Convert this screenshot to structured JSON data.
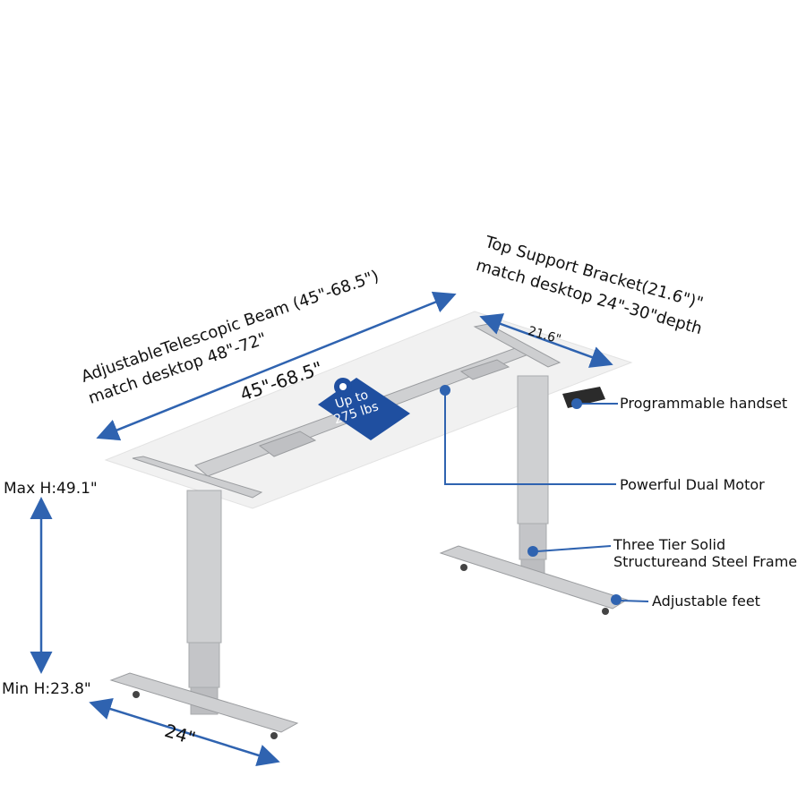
{
  "labels": {
    "beam_title_line1": "AdjustableTelescopic Beam (45\"-68.5\")",
    "beam_title_line2": "match desktop 48\"-72\"",
    "beam_dim": "45\"-68.5\"",
    "bracket_title_line1": "Top Support Bracket(21.6\")\"",
    "bracket_title_line2": "match desktop 24\"-30\"depth",
    "bracket_dim": "21.6\"",
    "load_line1": "Up to",
    "load_line2": "275 lbs",
    "handset": "Programmable handset",
    "motor": "Powerful Dual Motor",
    "frame_line1": "Three Tier Solid",
    "frame_line2": "Structureand Steel Frame",
    "feet": "Adjustable feet",
    "max_height": "Max  H:49.1\"",
    "min_height": "Min H:23.8\"",
    "foot_dim": "24\""
  },
  "colors": {
    "accent": "#2f63b0",
    "tag": "#1f4fa0",
    "frame": "#c9cacc",
    "frame_dark": "#a9abae",
    "desktop": "#f1f1f1"
  }
}
